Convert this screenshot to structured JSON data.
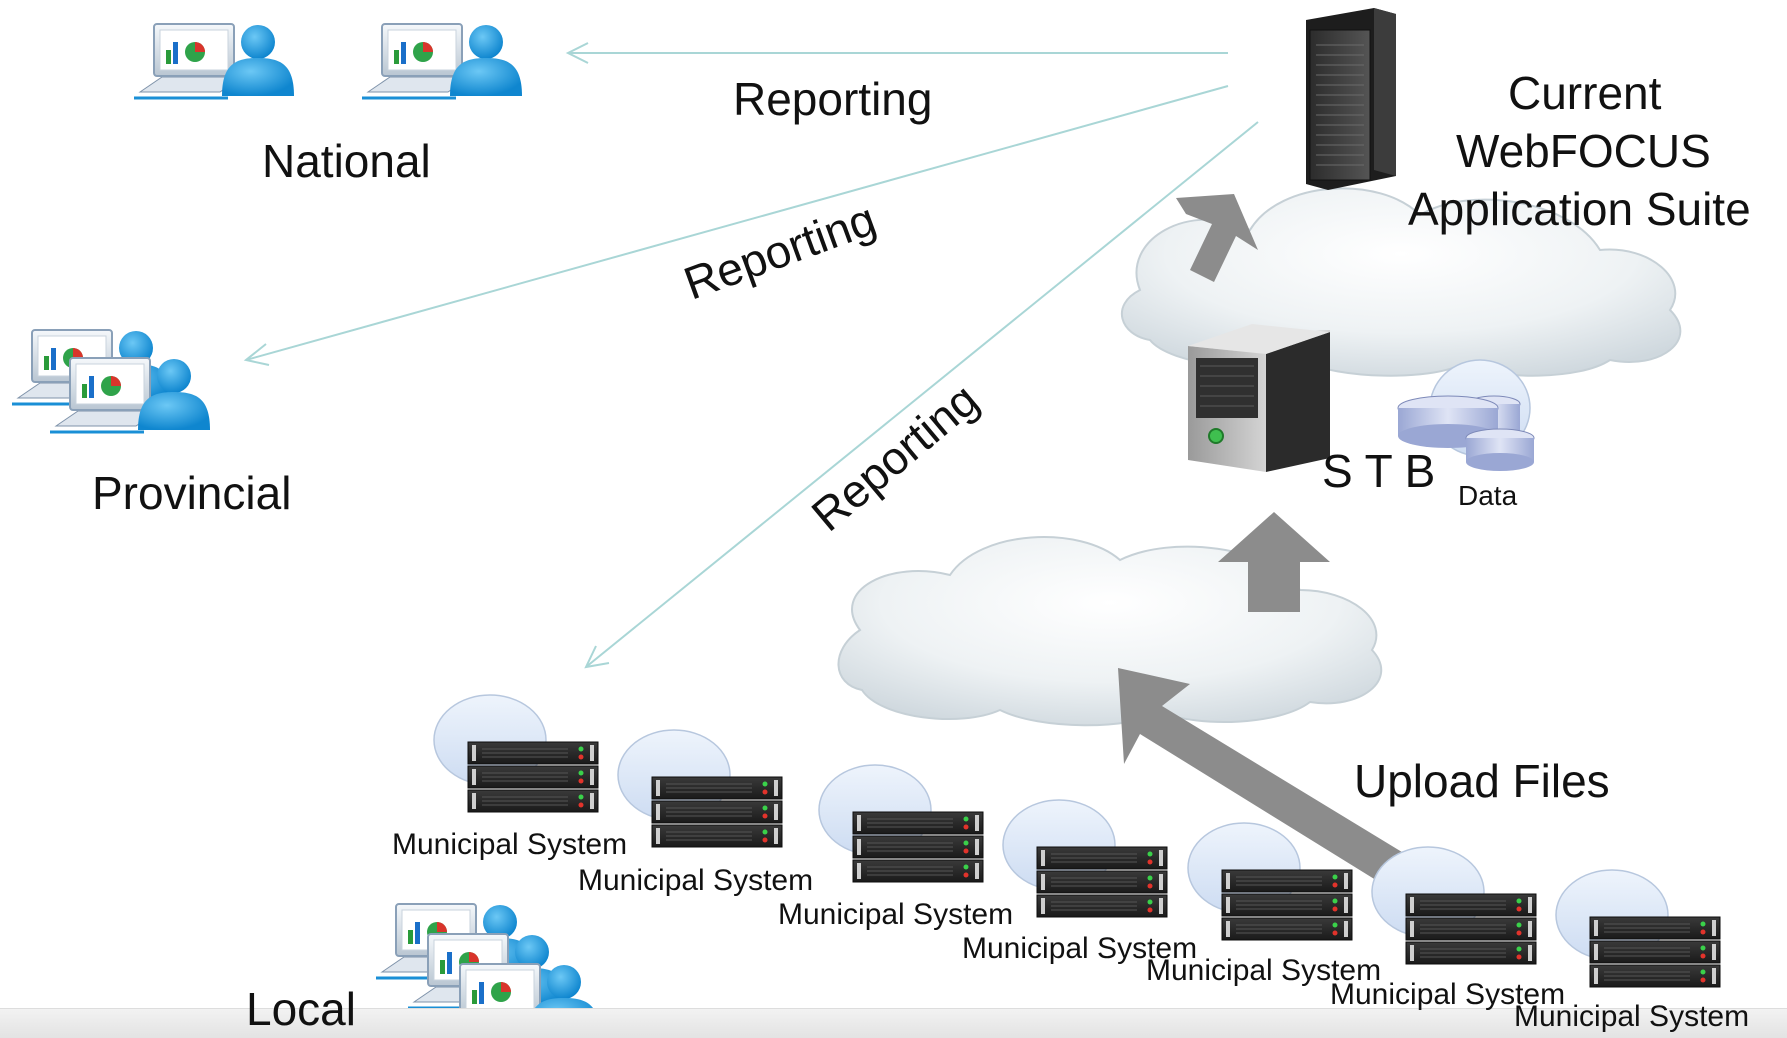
{
  "levels": {
    "national": "National",
    "provincial": "Provincial",
    "local": "Local"
  },
  "reporting": [
    "Reporting",
    "Reporting",
    "Reporting"
  ],
  "server_title": [
    "Current",
    "WebFOCUS",
    "Application Suite"
  ],
  "stb_label": "S T B",
  "data_label": "Data",
  "upload_label": "Upload Files",
  "municipal_systems": [
    "Municipal System",
    "Municipal System",
    "Municipal System",
    "Municipal System",
    "Municipal System",
    "Municipal System",
    "Municipal System"
  ],
  "icons": [
    "user-workstation-icon",
    "rack-server-icon",
    "tower-server-icon",
    "database-icon",
    "cloud-icon",
    "rack-unit-icon",
    "up-arrow-icon"
  ],
  "colors": {
    "line": "#a9d6d6",
    "arrow": "#8c8c8c",
    "user": "#1a9be0",
    "cloud": "#dfe6ea"
  }
}
